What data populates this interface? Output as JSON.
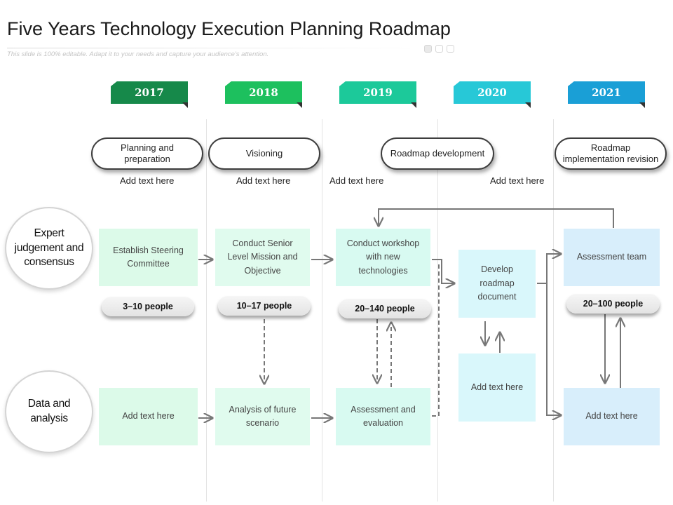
{
  "header": {
    "title": "Five Years Technology Execution Planning Roadmap",
    "subtitle": "This slide is 100% editable. Adapt it to your needs and capture your audience's attention."
  },
  "years": [
    {
      "label": "2017",
      "color": "#16894a"
    },
    {
      "label": "2018",
      "color": "#1dc05e"
    },
    {
      "label": "2019",
      "color": "#1cc99a"
    },
    {
      "label": "2020",
      "color": "#27c8d7"
    },
    {
      "label": "2021",
      "color": "#1a9fd6"
    }
  ],
  "phases": [
    "Planning and preparation",
    "Visioning",
    "Roadmap development",
    "Roadmap implementation revision"
  ],
  "phase_notes": [
    "Add text here",
    "Add text here",
    "Add text here",
    "Add text here"
  ],
  "rows": [
    {
      "label": "Expert judgement and consensus"
    },
    {
      "label": "Data and analysis"
    }
  ],
  "boxes": {
    "establish": {
      "text": "Establish Steering Committee",
      "color": "#dcfae9"
    },
    "conduct_senior": {
      "text": "Conduct Senior Level Mission and Objective",
      "color": "#e0fbee"
    },
    "conduct_workshop": {
      "text": "Conduct workshop with new technologies",
      "color": "#d8faf1"
    },
    "develop_roadmap": {
      "text": "Develop roadmap document",
      "color": "#d9f7fb"
    },
    "assessment_team": {
      "text": "Assessment team",
      "color": "#d8eefb"
    },
    "add_text_2017": {
      "text": "Add text here",
      "color": "#dcfae9"
    },
    "analysis": {
      "text": "Analysis of future scenario",
      "color": "#e0fbee"
    },
    "assessment_eval": {
      "text": "Assessment and evaluation",
      "color": "#d8faf1"
    },
    "add_text_2020": {
      "text": "Add text here",
      "color": "#d9f7fb"
    },
    "add_text_2021": {
      "text": "Add text here",
      "color": "#d8eefb"
    }
  },
  "people": [
    "3–10 people",
    "10–17 people",
    "20–140 people",
    "20–100 people"
  ]
}
